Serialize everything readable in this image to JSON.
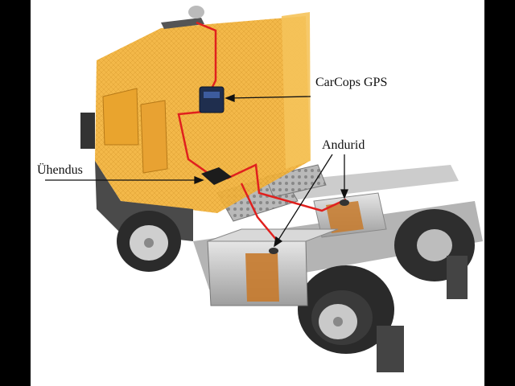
{
  "labels": {
    "gps": "CarCops GPS",
    "sensors": "Andurid",
    "connection": "Ühendus"
  },
  "colors": {
    "cab": "#f2b23a",
    "cab_dark": "#d4902a",
    "wire": "#e0201e",
    "tank": "#c8c8c8",
    "tank_fill": "#c77a2c",
    "tire": "#2c2c2c",
    "frame": "#555555",
    "text": "#111111"
  },
  "icons": [
    "gps-device-icon",
    "connection-box-icon",
    "fuel-sensor-icon"
  ]
}
